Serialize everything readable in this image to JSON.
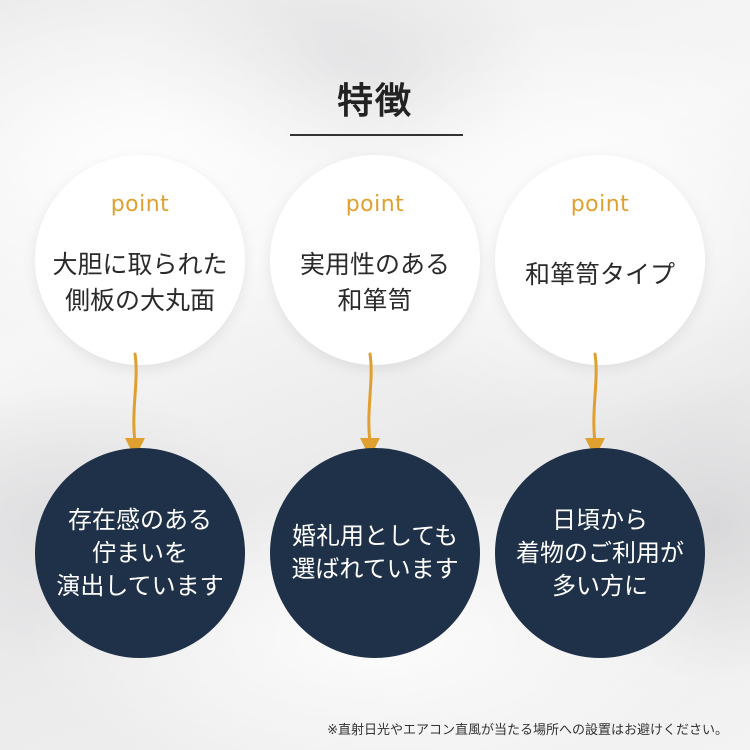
{
  "heading": {
    "title": "特徴"
  },
  "points": [
    {
      "label": "point",
      "feature_lines": [
        "大胆に取られた",
        "側板の大丸面"
      ],
      "benefit_lines": [
        "存在感のある",
        "佇まいを",
        "演出しています"
      ]
    },
    {
      "label": "point",
      "feature_lines": [
        "実用性のある",
        "和箪笥"
      ],
      "benefit_lines": [
        "婚礼用としても",
        "選ばれています"
      ]
    },
    {
      "label": "point",
      "feature_lines": [
        "和箪笥タイプ"
      ],
      "benefit_lines": [
        "日頃から",
        "着物のご利用が",
        "多い方に"
      ]
    }
  ],
  "footnote": "※直射日光やエアコン直風が当たる場所への設置はお避けください。",
  "colors": {
    "accent": "#e0a030",
    "navy": "#1f3148",
    "text": "#2a2a2a",
    "white": "#ffffff"
  }
}
